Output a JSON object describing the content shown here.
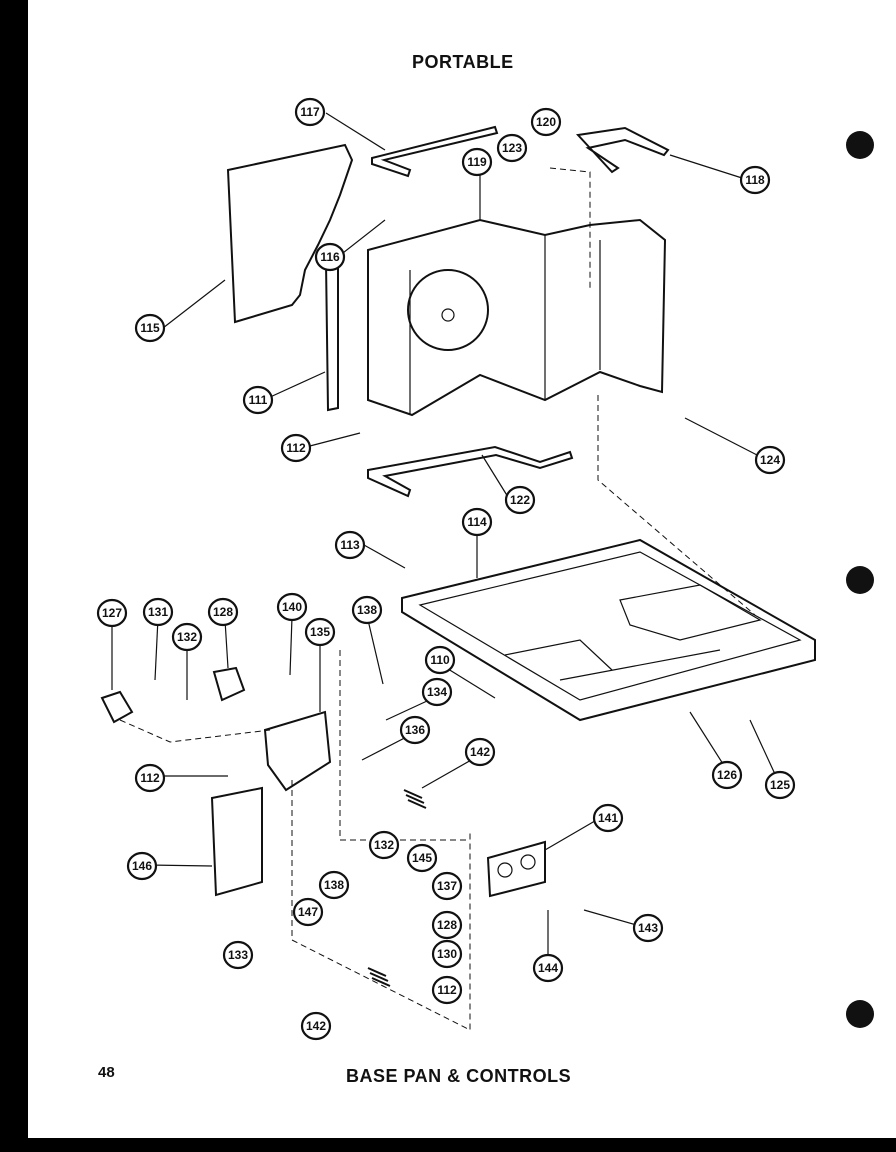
{
  "header": {
    "title": "PORTABLE"
  },
  "footer": {
    "title": "BASE PAN & CONTROLS",
    "page_number": "48"
  },
  "callouts": {
    "c110": "110",
    "c111": "111",
    "c112a": "112",
    "c112b": "112",
    "c112c": "112",
    "c113": "113",
    "c114": "114",
    "c115": "115",
    "c116": "116",
    "c117": "117",
    "c118": "118",
    "c119": "119",
    "c120": "120",
    "c122": "122",
    "c123": "123",
    "c124": "124",
    "c125": "125",
    "c126": "126",
    "c127": "127",
    "c128a": "128",
    "c128b": "128",
    "c130": "130",
    "c131": "131",
    "c132a": "132",
    "c132b": "132",
    "c133": "133",
    "c134": "134",
    "c135": "135",
    "c136": "136",
    "c137": "137",
    "c138a": "138",
    "c138b": "138",
    "c140": "140",
    "c141": "141",
    "c142a": "142",
    "c142b": "142",
    "c143": "143",
    "c144": "144",
    "c145": "145",
    "c146": "146",
    "c147": "147"
  }
}
